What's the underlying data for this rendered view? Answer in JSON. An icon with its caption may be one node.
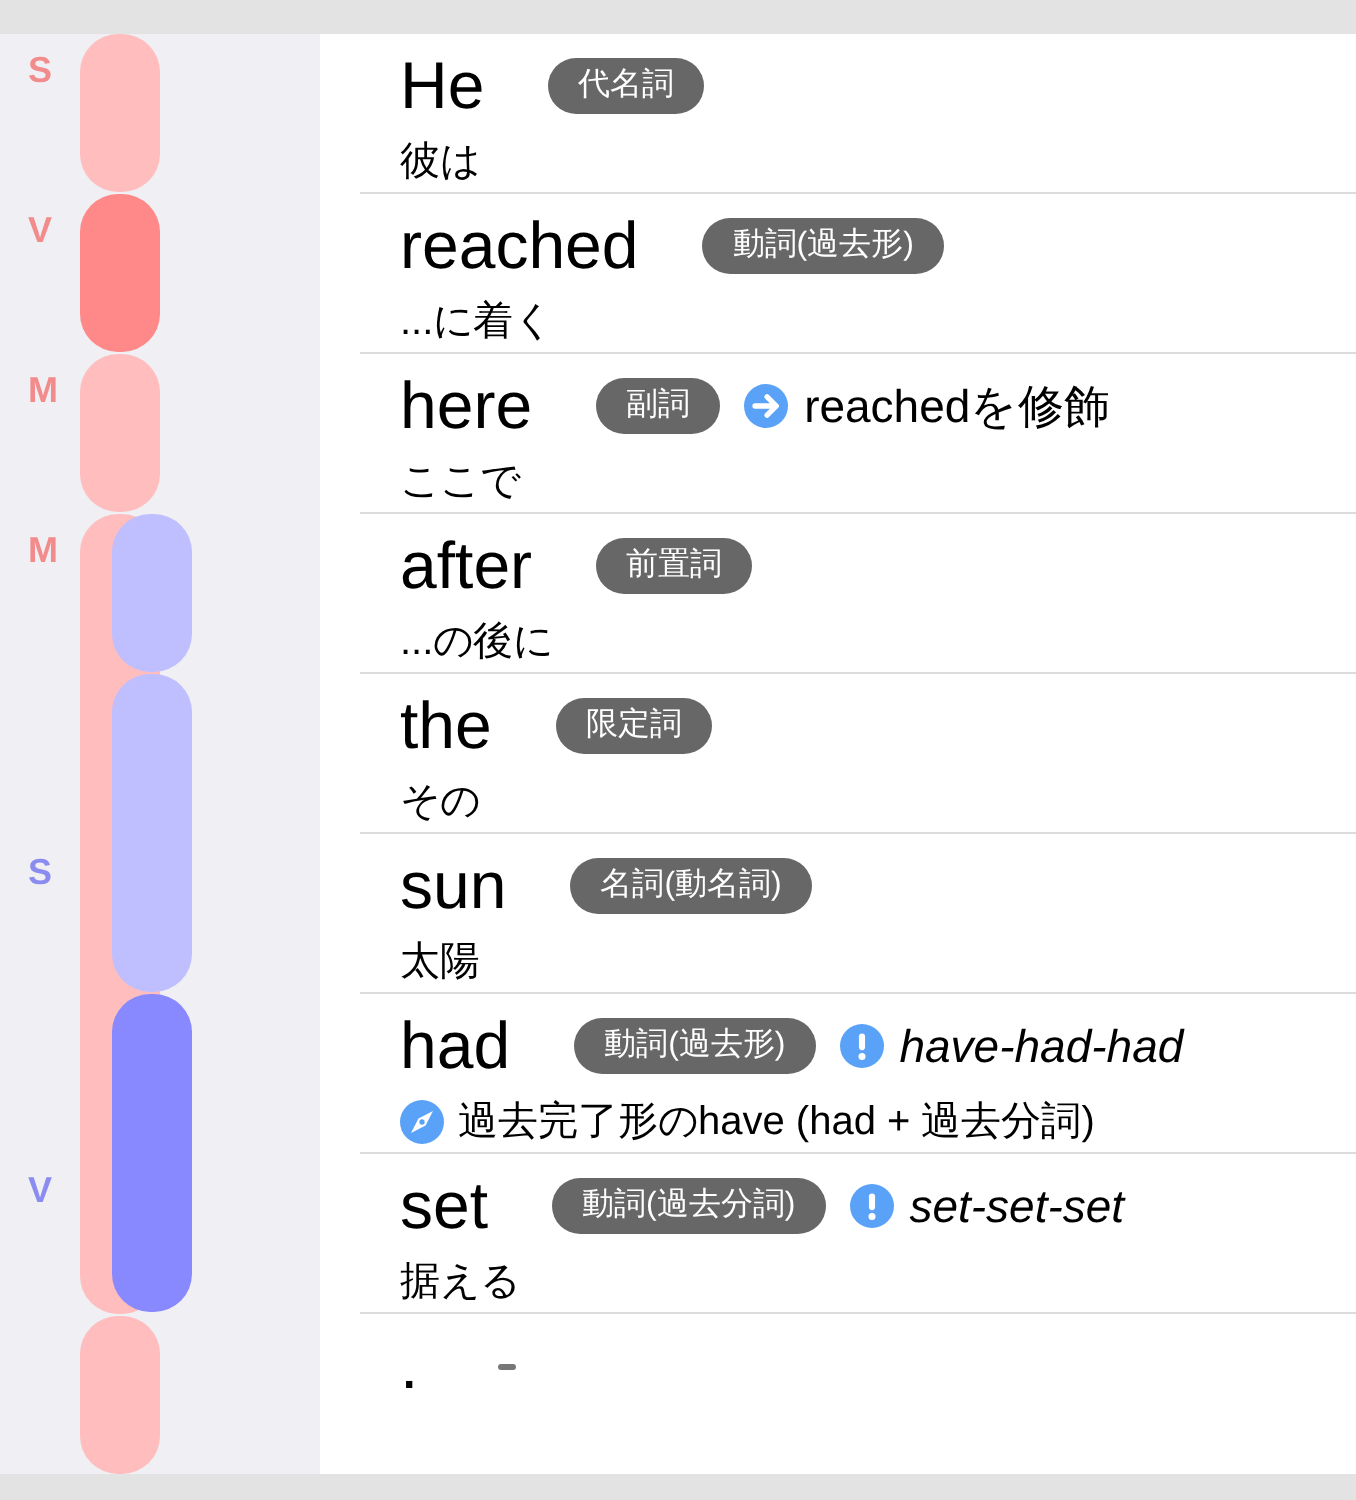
{
  "diagram": {
    "nodes": [
      {
        "text": [
          "He",
          "彼は"
        ]
      },
      {
        "text": [
          "代名詞"
        ],
        "in": 0
      },
      {
        "text": [
          "reached",
          "...に着く"
        ]
      },
      {
        "text": [
          "動詞(過去形)"
        ],
        "in": 2
      },
      {
        "text": [
          "here",
          "reachedを修飾",
          "ここで"
        ]
      },
      {
        "text": [
          "副詞"
        ],
        "in": 4
      },
      {
        "text": [
          "after",
          "...の後に"
        ]
      },
      {
        "text": [
          "前置詞"
        ],
        "in": 6
      },
      {
        "text": [
          "the",
          "その"
        ]
      },
      {
        "text": [
          "限定詞"
        ],
        "in": 8
      },
      {
        "text": [
          "sun",
          "太陽"
        ]
      },
      {
        "text": [
          "名詞(動名詞)"
        ],
        "in": 10
      },
      {
        "text": [
          "had",
          "have-had-had",
          "過去完了形のhave (had + 過去分詞)"
        ]
      },
      {
        "text": [
          "動詞(過去形)"
        ],
        "in": 12
      },
      {
        "text": [
          "set",
          "set-set-set",
          "据える"
        ]
      },
      {
        "text": [
          "動詞(過去分詞)"
        ],
        "in": 14
      },
      {
        "text": [
          "."
        ]
      },
      {
        "text": [],
        "shape": "box",
        "in": 16
      }
    ],
    "labels": [
      "S",
      "V",
      "M",
      "M",
      "S",
      "V"
    ]
  }
}
